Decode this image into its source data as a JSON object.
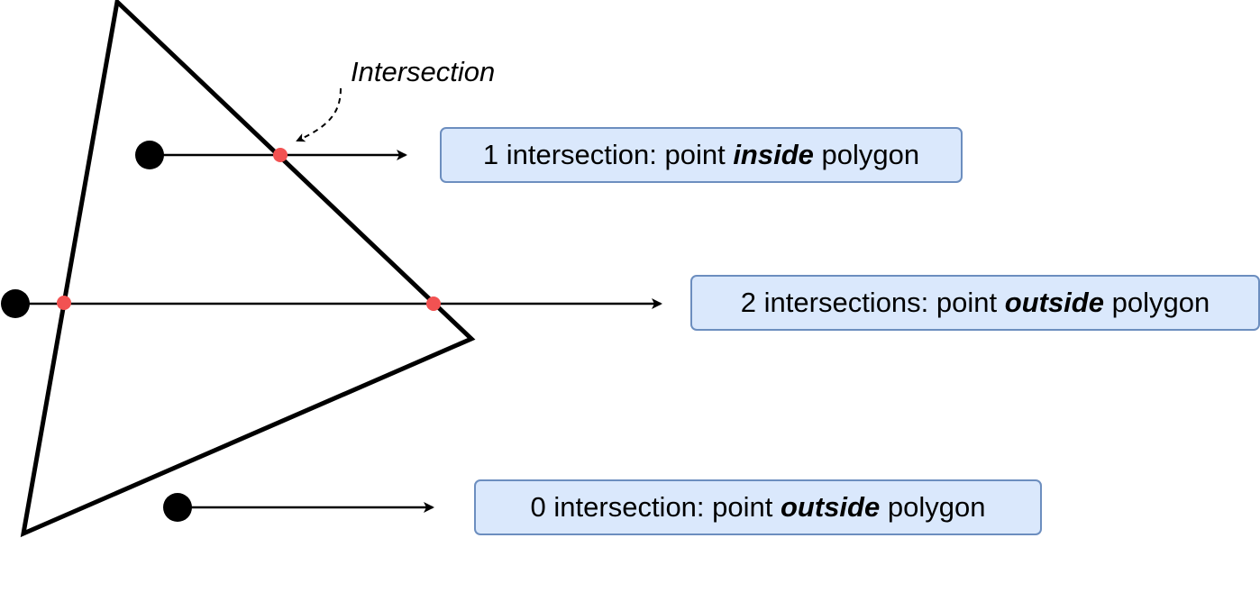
{
  "annotation": {
    "label": "Intersection"
  },
  "rays": [
    {
      "id": "ray-1",
      "intersection_count": 1,
      "result": {
        "prefix": "1 intersection: point ",
        "emphasis": "inside",
        "suffix": " polygon"
      }
    },
    {
      "id": "ray-2",
      "intersection_count": 2,
      "result": {
        "prefix": "2 intersections: point ",
        "emphasis": "outside",
        "suffix": " polygon"
      }
    },
    {
      "id": "ray-3",
      "intersection_count": 0,
      "result": {
        "prefix": "0 intersection: point ",
        "emphasis": "outside",
        "suffix": " polygon"
      }
    }
  ],
  "colors": {
    "polygon_stroke": "#000000",
    "ray_stroke": "#000000",
    "test_point": "#000000",
    "intersection_point": "#f25252",
    "box_fill": "#dae8fc",
    "box_border": "#6c8ebf"
  }
}
